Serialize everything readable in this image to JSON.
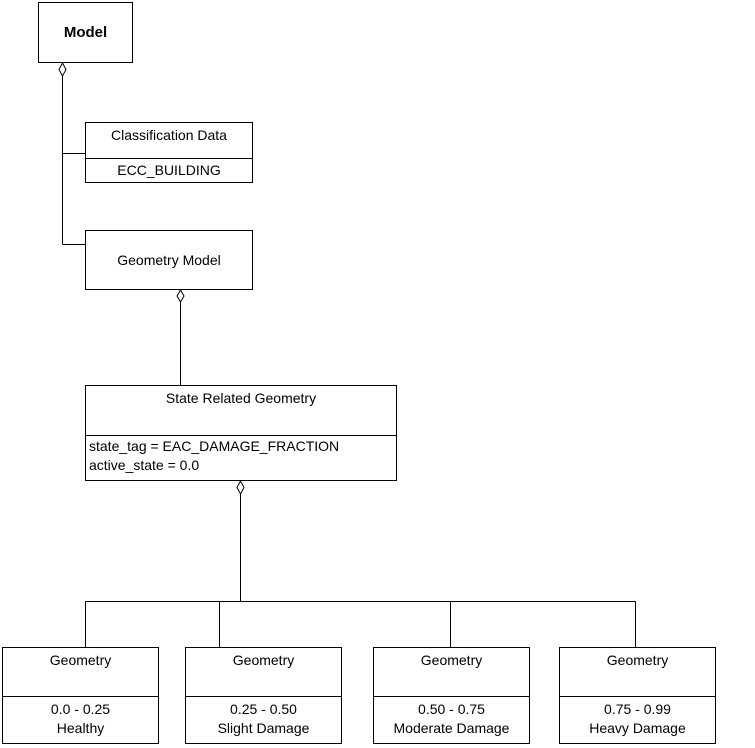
{
  "model": {
    "label": "Model"
  },
  "classification": {
    "title": "Classification Data",
    "value": "ECC_BUILDING"
  },
  "geometry_model": {
    "title": "Geometry Model"
  },
  "state_related": {
    "title": "State Related Geometry",
    "attributes": [
      "state_tag = EAC_DAMAGE_FRACTION",
      "active_state =  0.0"
    ]
  },
  "children": [
    {
      "title": "Geometry",
      "range": "0.0 - 0.25",
      "state": "Healthy"
    },
    {
      "title": "Geometry",
      "range": "0.25 - 0.50",
      "state": "Slight Damage"
    },
    {
      "title": "Geometry",
      "range": "0.50 - 0.75",
      "state": "Moderate Damage"
    },
    {
      "title": "Geometry",
      "range": "0.75 - 0.99",
      "state": "Heavy Damage"
    }
  ],
  "colors": {
    "stroke": "#000000",
    "background": "#ffffff"
  }
}
